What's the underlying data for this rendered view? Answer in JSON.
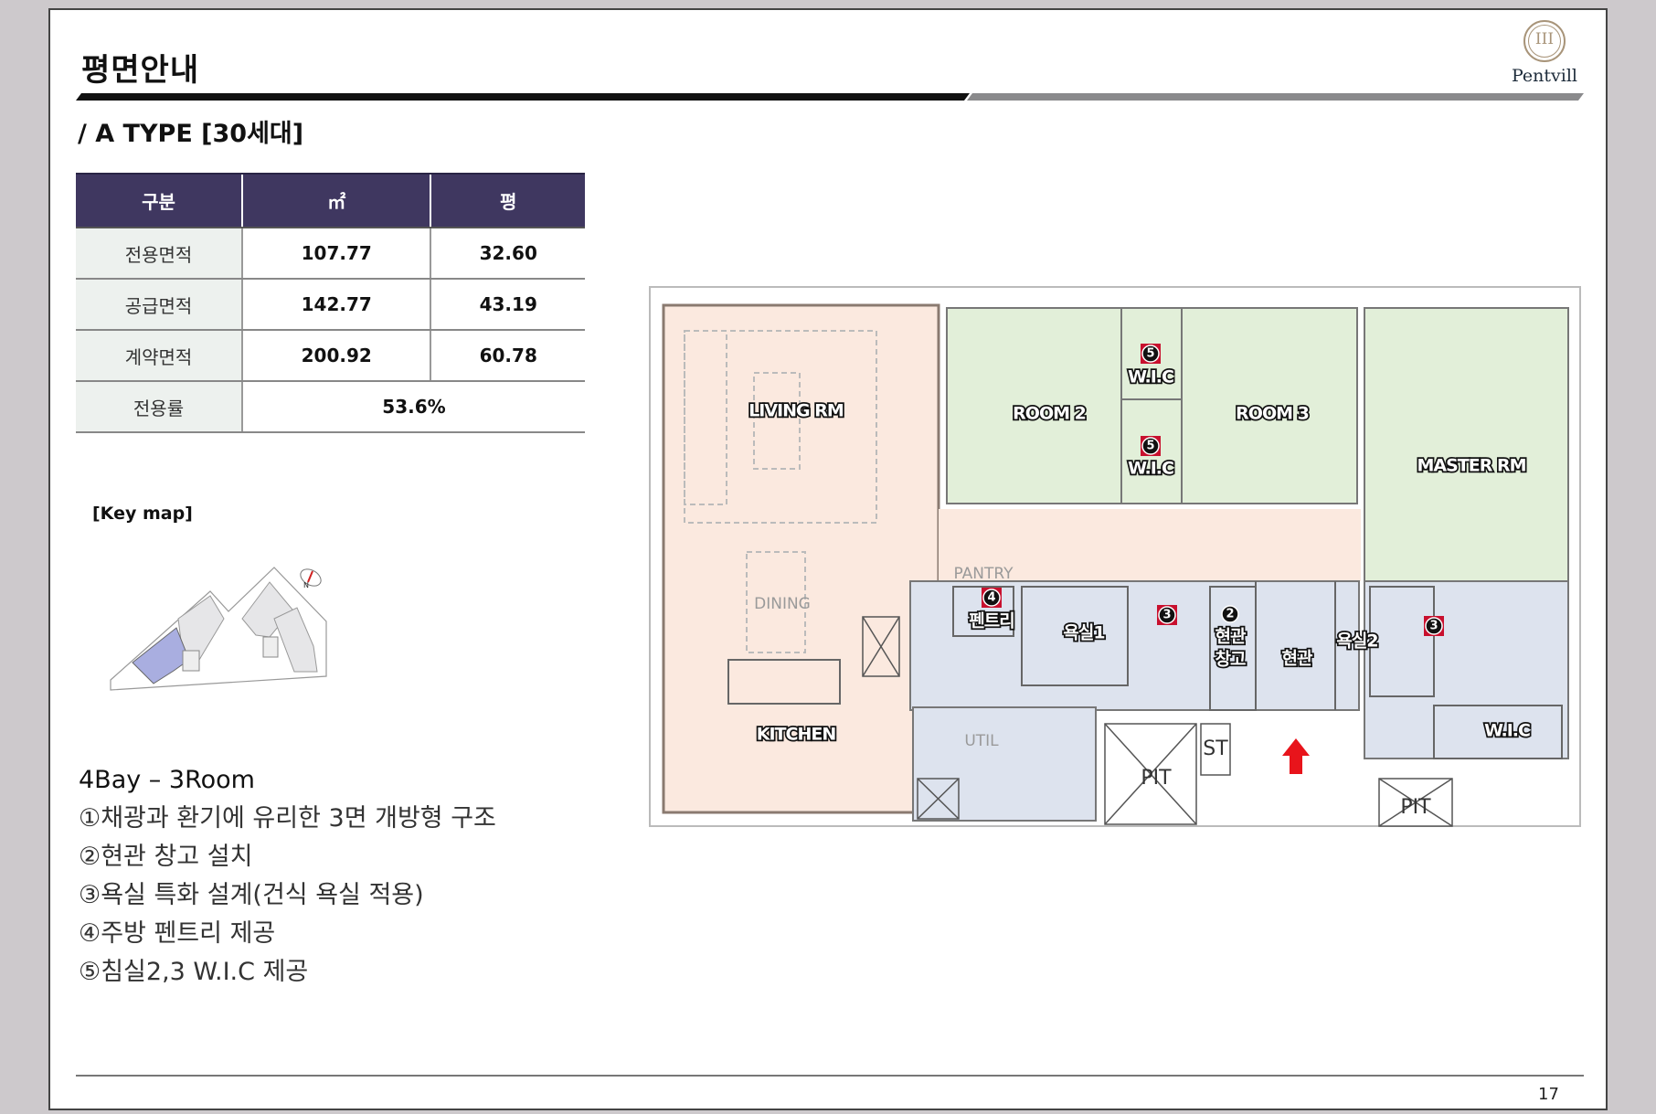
{
  "header": {
    "title": "평면안내",
    "logo_text": "Pentvill",
    "logo_mark": "III"
  },
  "subtitle": "/ A TYPE [30세대]",
  "area_table": {
    "headers": [
      "구분",
      "㎡",
      "평"
    ],
    "rows": [
      {
        "label": "전용면적",
        "sqm": "107.77",
        "pyeong": "32.60"
      },
      {
        "label": "공급면적",
        "sqm": "142.77",
        "pyeong": "43.19"
      },
      {
        "label": "계약면적",
        "sqm": "200.92",
        "pyeong": "60.78"
      },
      {
        "label": "전용률",
        "value": "53.6%"
      }
    ]
  },
  "keymap": {
    "label": "[Key map]",
    "north": "N",
    "highlight_color": "#a9aee0"
  },
  "features": {
    "heading": "4Bay – 3Room",
    "items": [
      "①채광과 환기에 유리한 3면 개방형 구조",
      "②현관 창고 설치",
      "③욕실 특화 설계(건식 욕실 적용)",
      "④주방 펜트리 제공",
      "⑤침실2,3 W.I.C 제공"
    ]
  },
  "floorplan": {
    "colors": {
      "living": "#fbe9df",
      "room": "#e2efd9",
      "wet": "#dde3ee",
      "marker": "#c8102e",
      "arrow": "#e8141b"
    },
    "labels": {
      "living": "LIVING RM",
      "room2": "ROOM 2",
      "room3": "ROOM 3",
      "master": "MASTER RM",
      "wic1": "W.I.C",
      "wic2": "W.I.C",
      "wic3": "W.I.C",
      "dining": "DINING",
      "kitchen": "KITCHEN",
      "pantry": "펜트리",
      "pantry_en": "PANTRY",
      "bath1": "욕실1",
      "bath2": "욕실2",
      "storage1": "현관",
      "storage2": "창고",
      "entrance": "현관",
      "util": "UTIL",
      "st": "ST",
      "pit1": "PIT",
      "pit2": "PIT"
    },
    "markers": {
      "m1": "5",
      "m2": "5",
      "m3": "4",
      "m4": "3",
      "m5": "2",
      "m6": "3"
    }
  },
  "footer": {
    "page_number": "17"
  }
}
